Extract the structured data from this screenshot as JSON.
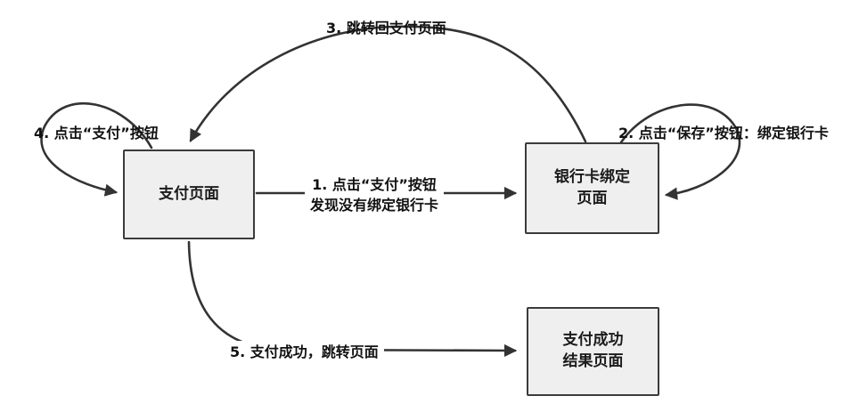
{
  "diagram": {
    "nodes": {
      "payment_page": {
        "label": "支付页面"
      },
      "bank_card_binding": {
        "label_line1": "银行卡绑定",
        "label_line2": "页面"
      },
      "payment_success": {
        "label_line1": "支付成功",
        "label_line2": "结果页面"
      }
    },
    "edges": {
      "edge1": {
        "label_line1": "1. 点击“支付”按钮",
        "label_line2": "发现没有绑定银行卡"
      },
      "edge2": {
        "label": "2. 点击“保存”按钮：绑定银行卡"
      },
      "edge3": {
        "label": "3. 跳转回支付页面"
      },
      "edge4": {
        "label": "4. 点击“支付”按钮"
      },
      "edge5": {
        "label": "5. 支付成功，跳转页面"
      }
    },
    "colors": {
      "background": "#ffffff",
      "box_fill": "#efefef",
      "box_border": "#3b3b3b",
      "arrow": "#333333",
      "text": "#111111"
    }
  }
}
